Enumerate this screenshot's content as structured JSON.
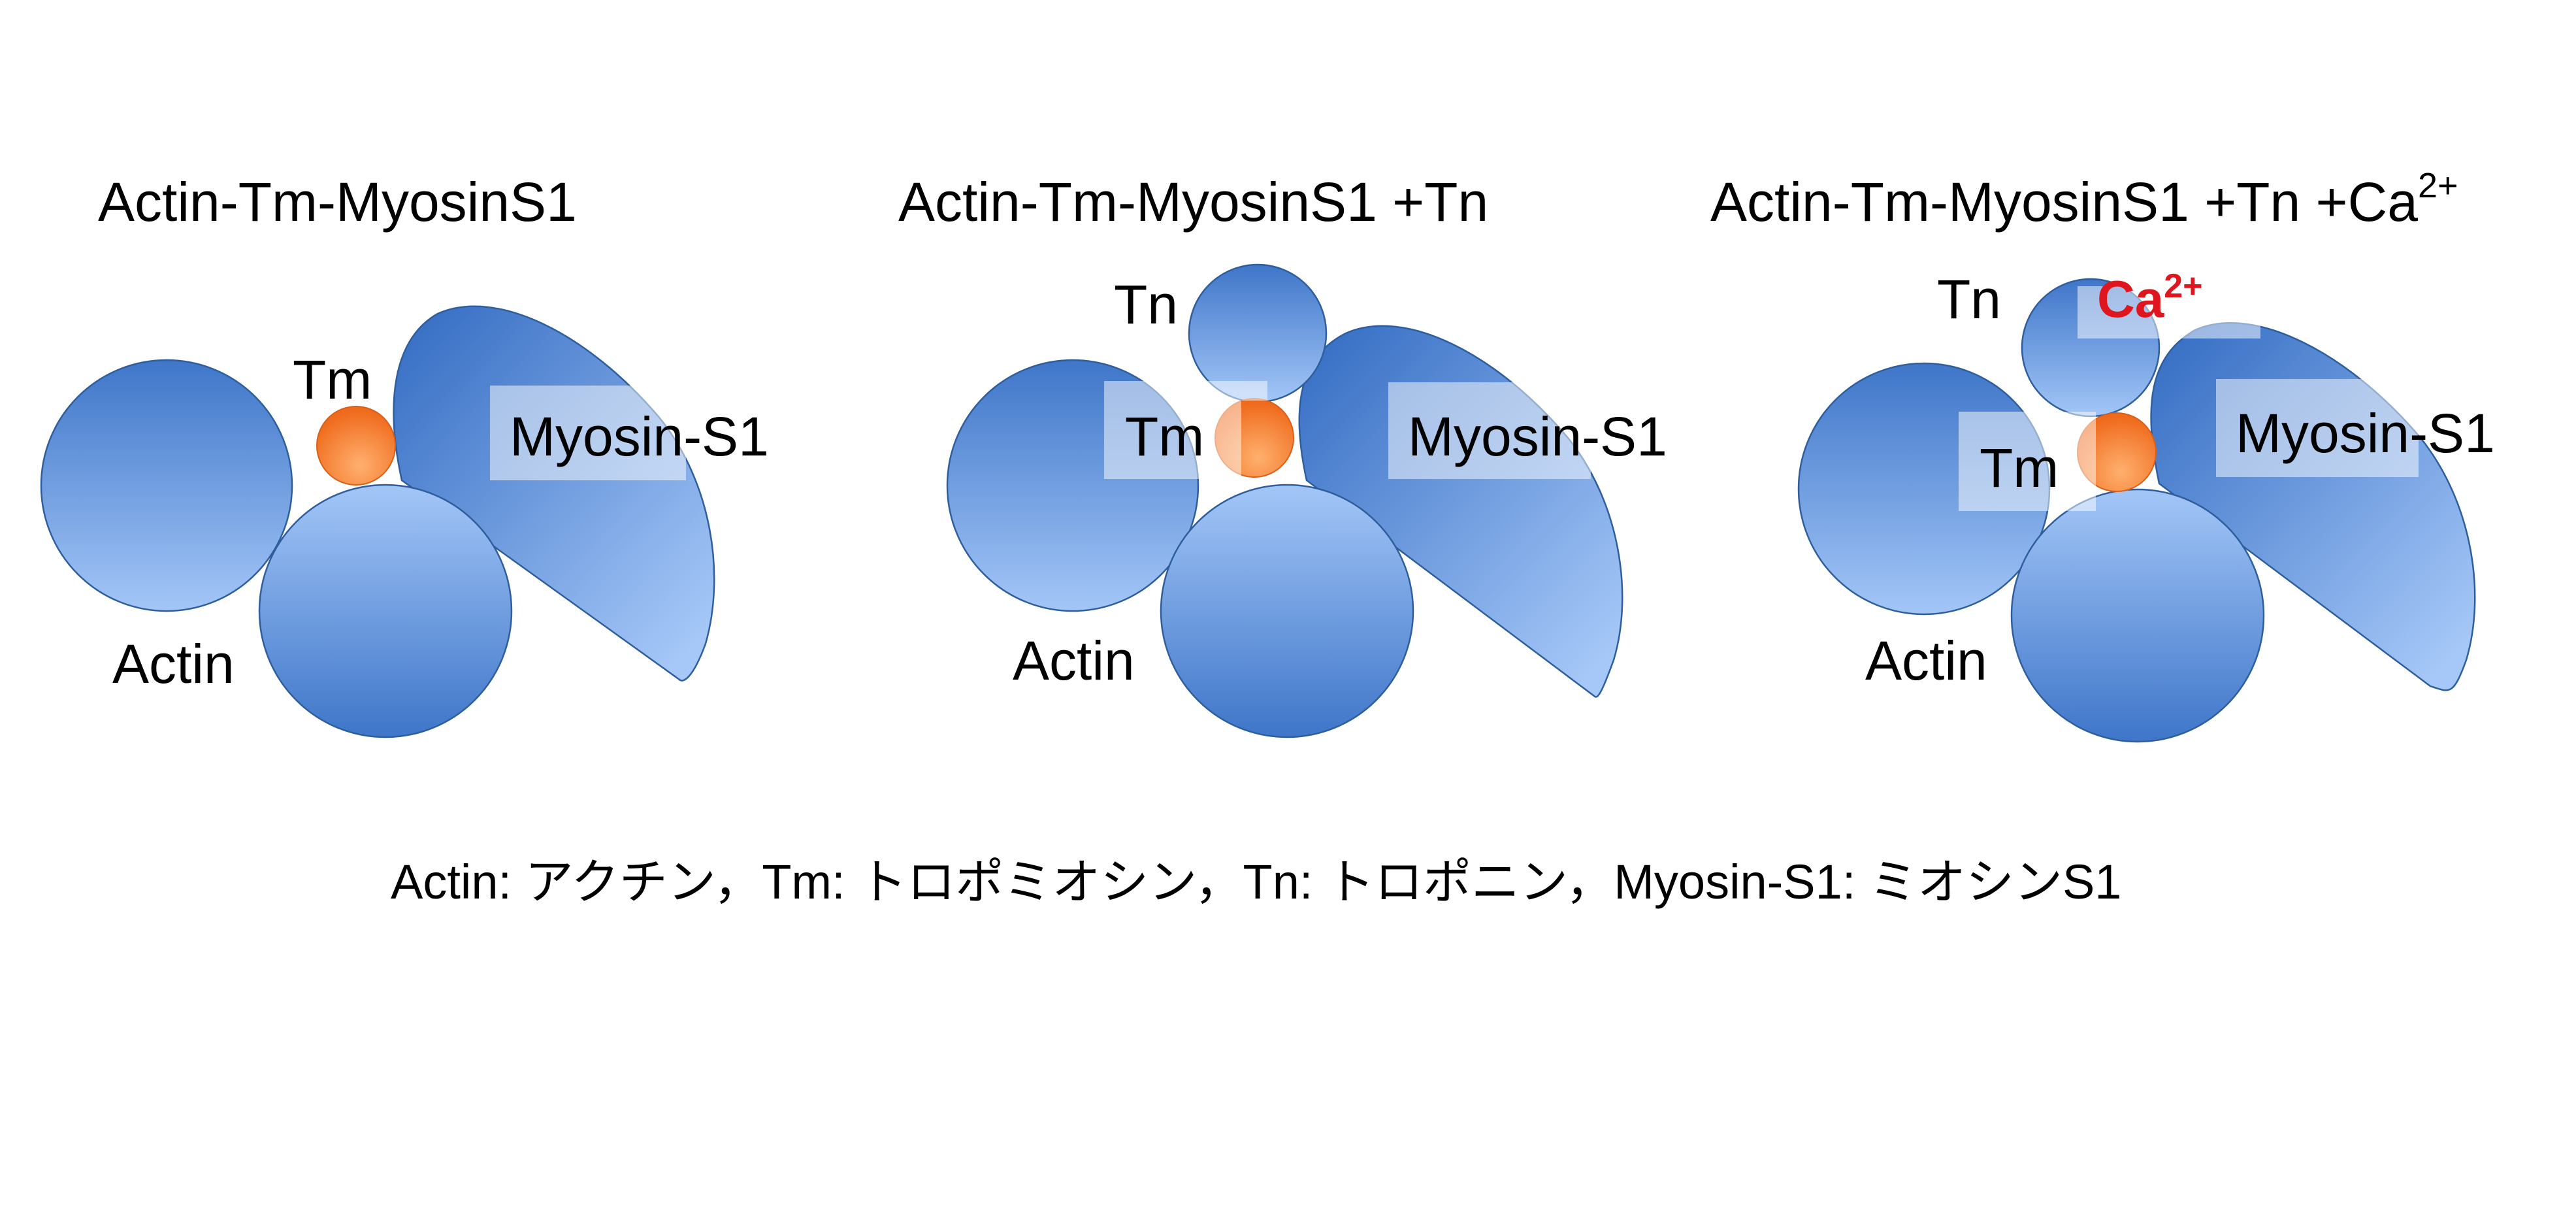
{
  "panels": [
    {
      "title": "Actin-Tm-MyosinS1",
      "labels": {
        "actin": "Actin",
        "tm": "Tm",
        "myosin": "Myosin-S1"
      }
    },
    {
      "title": "Actin-Tm-MyosinS1 +Tn",
      "labels": {
        "actin": "Actin",
        "tm": "Tm",
        "tn": "Tn",
        "myosin": "Myosin-S1"
      }
    },
    {
      "title_main": "Actin-Tm-MyosinS1 +Tn +Ca",
      "title_sup": "2+",
      "labels": {
        "actin": "Actin",
        "tm": "Tm",
        "tn": "Tn",
        "myosin": "Myosin-S1",
        "ca": "Ca",
        "ca_sup": "2+"
      }
    }
  ],
  "caption": "Actin: アクチン，Tm: トロポミオシン，Tn: トロポニン，Myosin-S1: ミオシンS1",
  "colors": {
    "protein_blue": "#4a7fd0",
    "protein_blue_light": "#9cc0f5",
    "tropomyosin_orange": "#f26f1f",
    "tropomyosin_orange_light": "#ffac6b",
    "calcium_red": "#e0161e"
  }
}
